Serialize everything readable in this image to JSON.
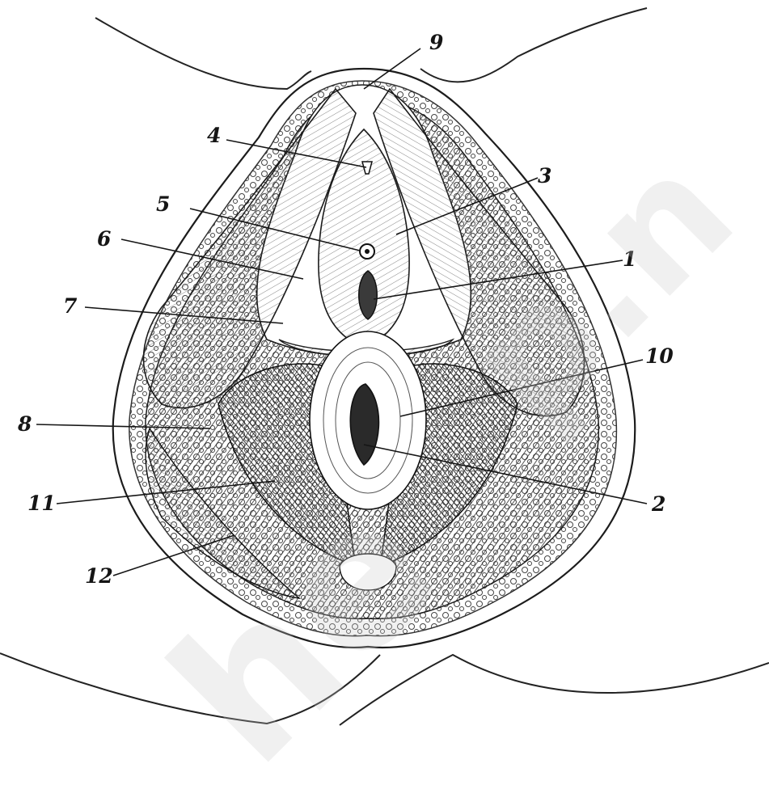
{
  "colors": {
    "ink": "#1c1c1c",
    "dark_tissue": "#3a3a3a",
    "watermark": "#cfcfcf",
    "background": "#ffffff"
  },
  "labels": {
    "l1": "1",
    "l2": "2",
    "l3": "3",
    "l4": "4",
    "l5": "5",
    "l6": "6",
    "l7": "7",
    "l8": "8",
    "l9": "9",
    "l10": "10",
    "l11": "11",
    "l12": "12"
  },
  "watermark": {
    "text_left": "he",
    "text_right": "p.n"
  }
}
